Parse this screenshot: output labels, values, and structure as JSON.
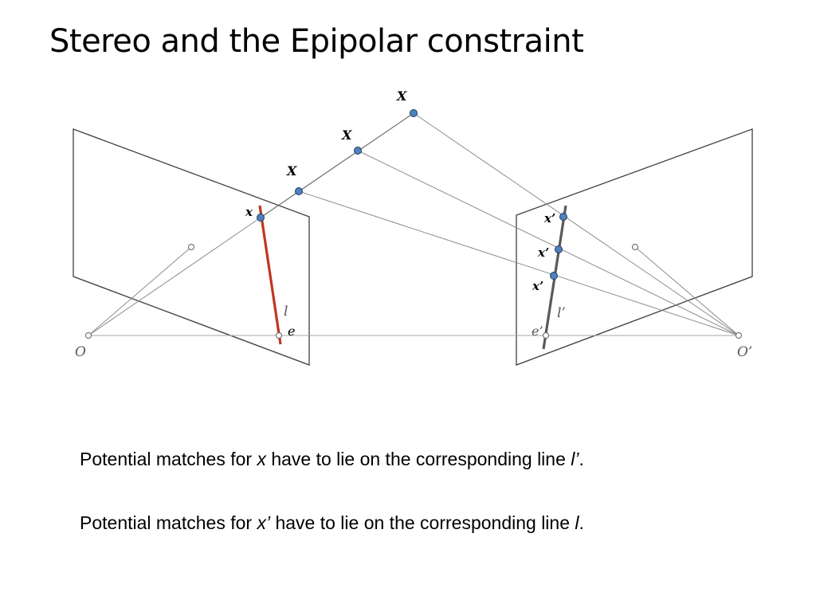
{
  "slide": {
    "title": "Stereo and the Epipolar constraint"
  },
  "diagram": {
    "labels": {
      "point_3d": "X",
      "image_point_left": "x",
      "image_point_right": "x’",
      "epipolar_line_left": "l",
      "epipolar_line_right": "l’",
      "epipole_left": "e",
      "epipole_right": "e’",
      "camera_center_left": "O",
      "camera_center_right": "O’"
    },
    "colors": {
      "point_fill": "#4f81bd",
      "epipolar_line_left": "#c0361b",
      "epipolar_line_right": "#595959",
      "plane_stroke": "#404040",
      "ray_stroke": "#8c8c8c"
    }
  },
  "captions": [
    {
      "before": "Potential matches for ",
      "var": "x",
      "middle": " have to lie on the corresponding line ",
      "line": "l’",
      "end": "."
    },
    {
      "before": "Potential matches for ",
      "var": "x’",
      "middle": " have to lie on the corresponding line ",
      "line": "l",
      "end": "."
    }
  ]
}
